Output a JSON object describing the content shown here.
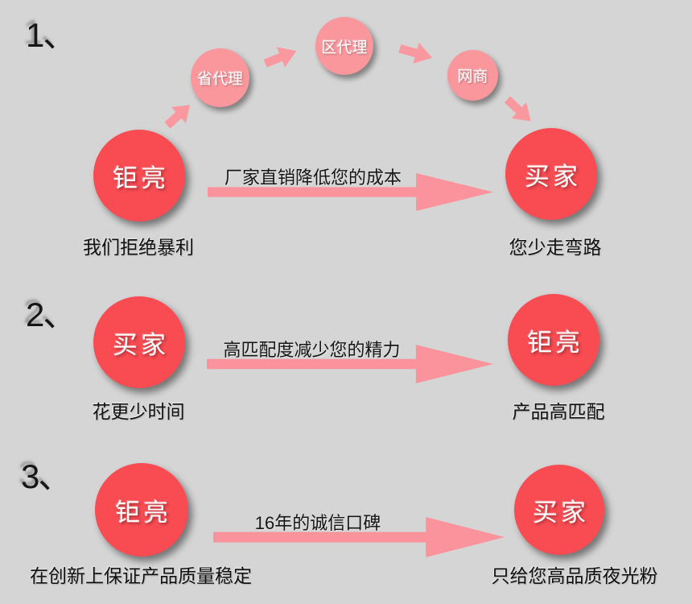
{
  "page": {
    "background": "#d5d5d5"
  },
  "colors": {
    "big_circle": "#f84b52",
    "small_circle": "#f9979d",
    "arrow": "#fa939b",
    "circle_text": "#ffffff",
    "caption_text": "#111111"
  },
  "sections": [
    {
      "number": "1、",
      "left_circle": {
        "label": "钜亮",
        "caption": "我们拒绝暴利"
      },
      "arrow_label": "厂家直销降低您的成本",
      "right_circle": {
        "label": "买家",
        "caption": "您少走弯路"
      },
      "chain": [
        {
          "label": "省代理"
        },
        {
          "label": "区代理"
        },
        {
          "label": "网商"
        }
      ]
    },
    {
      "number": "2、",
      "left_circle": {
        "label": "买家",
        "caption": "花更少时间"
      },
      "arrow_label": "高匹配度减少您的精力",
      "right_circle": {
        "label": "钜亮",
        "caption": "产品高匹配"
      }
    },
    {
      "number": "3、",
      "left_circle": {
        "label": "钜亮",
        "caption": "在创新上保证产品质量稳定"
      },
      "arrow_label": "16年的诚信口碑",
      "right_circle": {
        "label": "买家",
        "caption": "只给您高品质夜光粉"
      }
    }
  ]
}
